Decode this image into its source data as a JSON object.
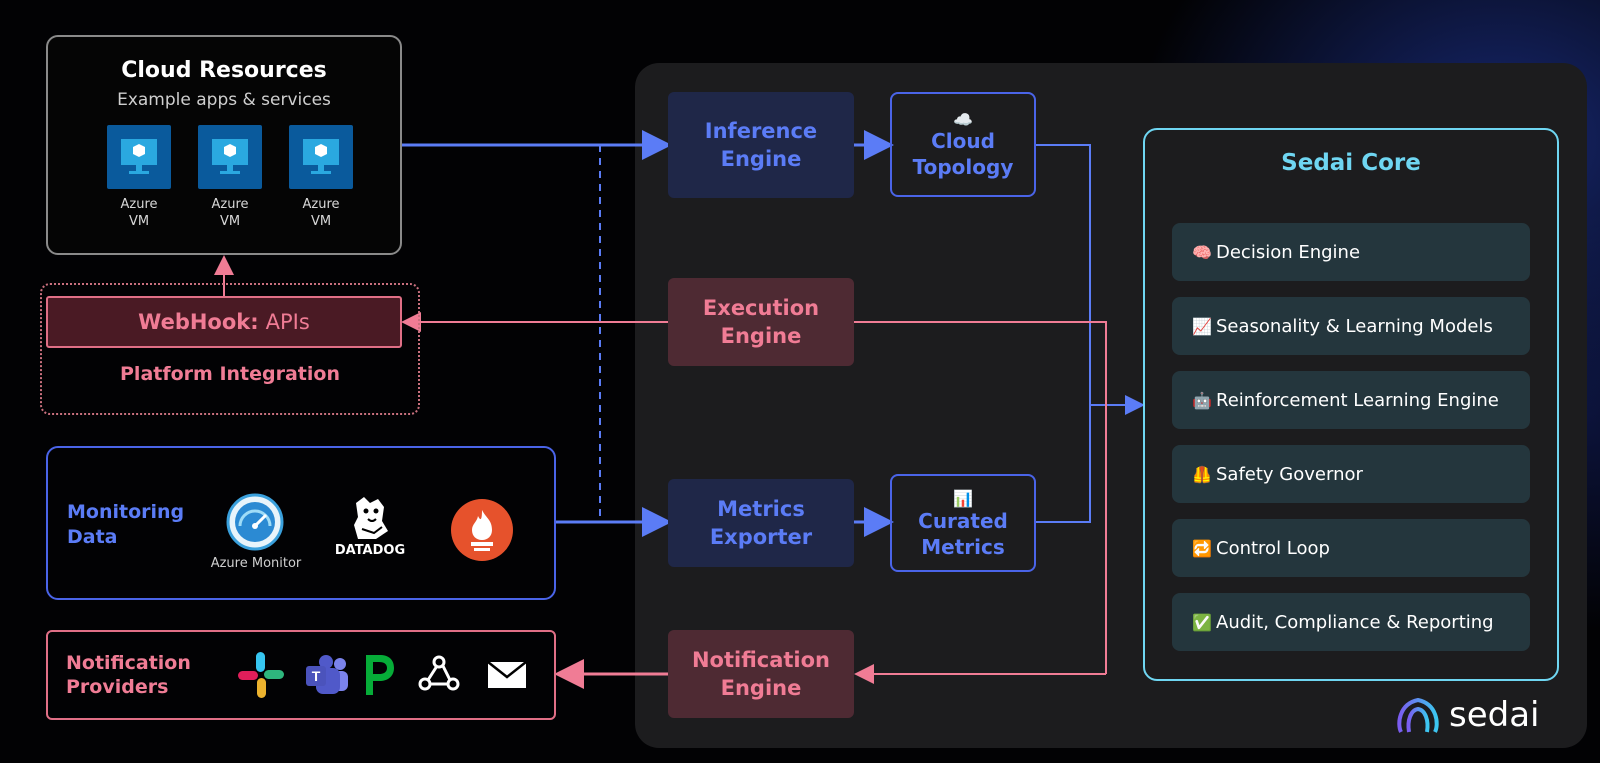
{
  "cloud_resources": {
    "title": "Cloud Resources",
    "subtitle": "Example apps & services",
    "vms": [
      {
        "label": "Azure\nVM"
      },
      {
        "label": "Azure\nVM"
      },
      {
        "label": "Azure\nVM"
      }
    ]
  },
  "platform_integration": {
    "webhook_bold": "WebHook:",
    "webhook_rest": "APIs",
    "label": "Platform Integration"
  },
  "monitoring": {
    "label_line1": "Monitoring",
    "label_line2": "Data",
    "azure_monitor_label": "Azure Monitor",
    "datadog_label": "DATADOG"
  },
  "notification_providers": {
    "label_line1": "Notification",
    "label_line2": "Providers"
  },
  "engines": {
    "inference": {
      "line1": "Inference",
      "line2": "Engine"
    },
    "execution": {
      "line1": "Execution",
      "line2": "Engine"
    },
    "metrics": {
      "line1": "Metrics",
      "line2": "Exporter"
    },
    "notification": {
      "line1": "Notification",
      "line2": "Engine"
    }
  },
  "cloud_topology": {
    "emoji": "☁️",
    "line1": "Cloud",
    "line2": "Topology"
  },
  "curated_metrics": {
    "emoji": "📊",
    "line1": "Curated",
    "line2": "Metrics"
  },
  "sedai_core": {
    "title": "Sedai Core",
    "items": [
      {
        "emoji": "🧠",
        "label": "Decision Engine"
      },
      {
        "emoji": "📈",
        "label": "Seasonality & Learning Models"
      },
      {
        "emoji": "🤖",
        "label": "Reinforcement Learning Engine"
      },
      {
        "emoji": "🦺",
        "label": "Safety Governor"
      },
      {
        "emoji": "🔁",
        "label": "Control Loop"
      },
      {
        "emoji": "✅",
        "label": "Audit, Compliance & Reporting"
      }
    ]
  },
  "brand": {
    "name": "sedai"
  },
  "colors": {
    "blue": "#5b7cf6",
    "pink": "#f07c95",
    "cyan": "#6fd6f2",
    "panel": "#1c1c1e"
  }
}
